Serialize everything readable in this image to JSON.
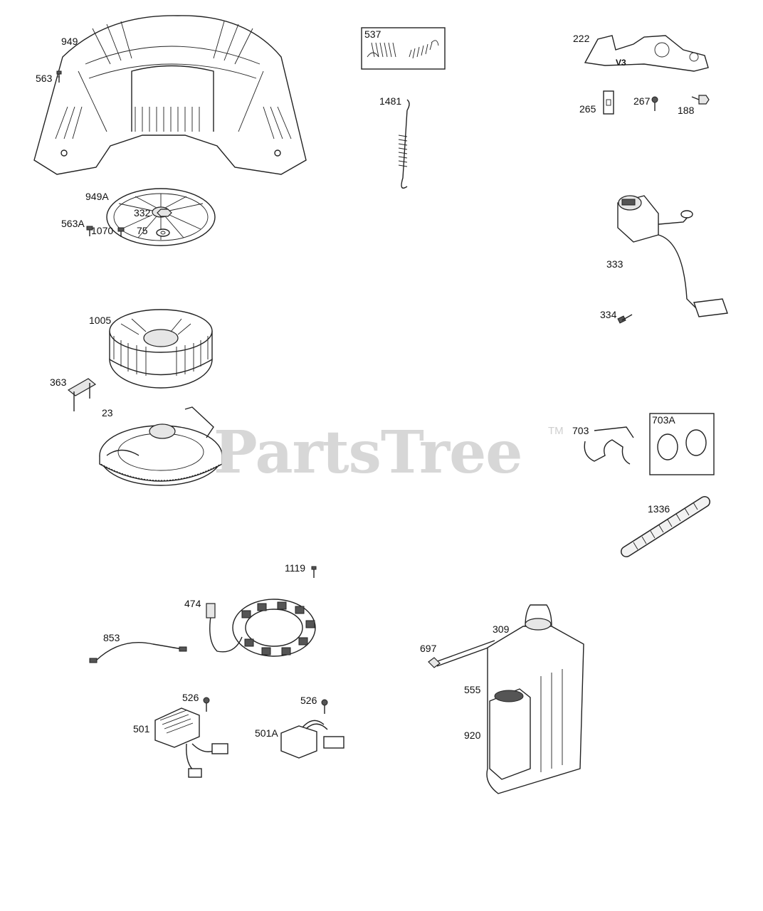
{
  "diagram": {
    "watermark": "PartsTree",
    "trademark": "TM",
    "v3_tag": "V3"
  },
  "labels": {
    "p949": "949",
    "p563": "563",
    "p949A": "949A",
    "p563A": "563A",
    "p332": "332",
    "p1070": "1070",
    "p75": "75",
    "p1005": "1005",
    "p363": "363",
    "p23": "23",
    "p537": "537",
    "p1481": "1481",
    "p222": "222",
    "p265": "265",
    "p267": "267",
    "p188": "188",
    "p333": "333",
    "p334": "334",
    "p703": "703",
    "p703A": "703A",
    "p1336": "1336",
    "p1119": "1119",
    "p474": "474",
    "p853": "853",
    "p526a": "526",
    "p526b": "526",
    "p501": "501",
    "p501A": "501A",
    "p697": "697",
    "p309": "309",
    "p555": "555",
    "p920": "920"
  }
}
